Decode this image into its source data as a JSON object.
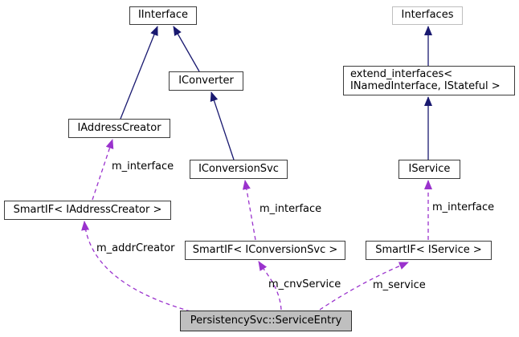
{
  "diagram": {
    "nodes": {
      "iinterface": {
        "label": "IInterface"
      },
      "interfaces": {
        "label": "Interfaces"
      },
      "iconverter": {
        "label": "IConverter"
      },
      "extend_interfaces": {
        "label_line1": "extend_interfaces<",
        "label_line2": "INamedInterface, IStateful >"
      },
      "iaddresscreator": {
        "label": "IAddressCreator"
      },
      "iconversionsvc": {
        "label": "IConversionSvc"
      },
      "iservice": {
        "label": "IService"
      },
      "smartif_addr": {
        "label": "SmartIF< IAddressCreator >"
      },
      "smartif_cnv": {
        "label": "SmartIF< IConversionSvc >"
      },
      "smartif_svc": {
        "label": "SmartIF< IService >"
      },
      "service_entry": {
        "label": "PersistencySvc::ServiceEntry"
      }
    },
    "edge_labels": {
      "m_interface_left": "m_interface",
      "m_interface_mid": "m_interface",
      "m_interface_right": "m_interface",
      "m_addrCreator": "m_addrCreator",
      "m_cnvService": "m_cnvService",
      "m_service": "m_service"
    },
    "colors": {
      "inheritance_edge": "#191970",
      "usage_edge": "#9a32cd",
      "main_node_fill": "#bfbfbf",
      "truncated_node_border": "#bebebe"
    }
  }
}
